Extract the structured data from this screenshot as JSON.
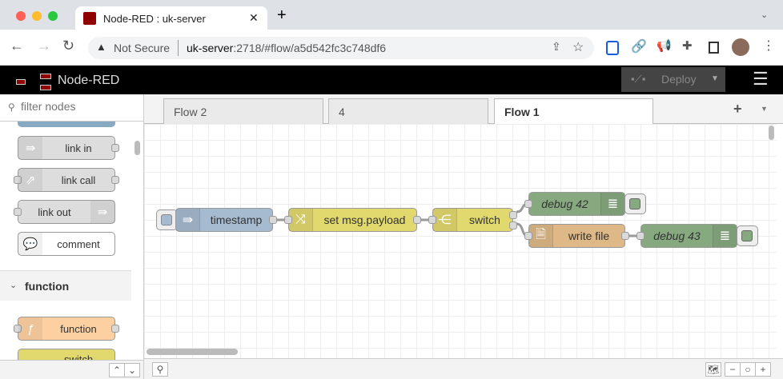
{
  "browser": {
    "tab_title": "Node-RED : uk-server",
    "security": "Not Secure",
    "url_host": "uk-server",
    "url_rest": ":2718/#flow/a5d542fc3c748df6"
  },
  "header": {
    "app_name": "Node-RED",
    "deploy_label": "Deploy"
  },
  "palette": {
    "filter_placeholder": "filter nodes",
    "nodes": [
      "link in",
      "link call",
      "link out",
      "comment"
    ],
    "category": "function",
    "function_nodes": [
      "function",
      "switch"
    ]
  },
  "workspace": {
    "tabs": [
      "Flow 2",
      "4",
      "Flow 1"
    ],
    "active_tab": "Flow 1"
  },
  "flow": {
    "nodes": {
      "timestamp": "timestamp",
      "change": "set msg.payload",
      "switch": "switch",
      "debug42": "debug 42",
      "writefile": "write file",
      "debug43": "debug 43"
    },
    "colors": {
      "inject": "#a6bbcf",
      "change": "#e2d96e",
      "debug": "#87a980",
      "file": "#deb887",
      "function": "#fdd0a2"
    }
  }
}
